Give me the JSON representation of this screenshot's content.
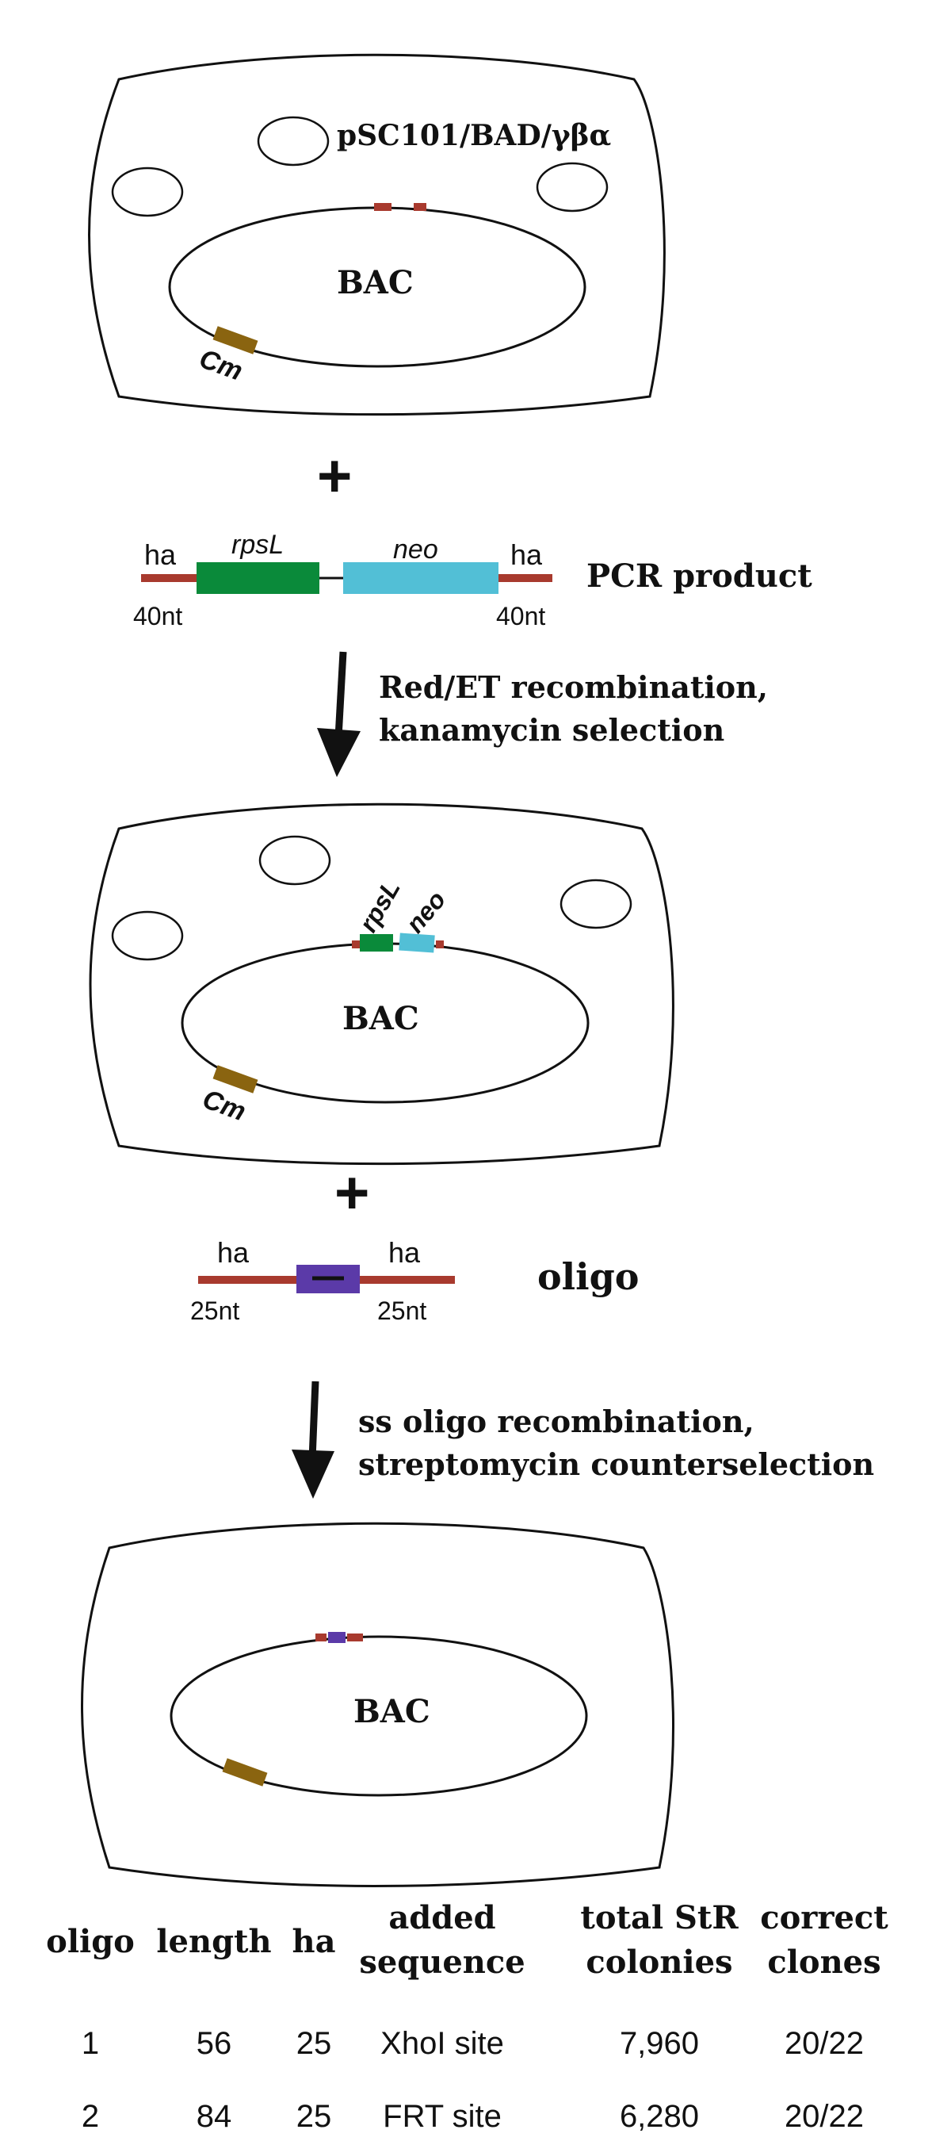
{
  "colors": {
    "homology_arm": "#a83a2e",
    "rpsL": "#0a8a3a",
    "neo": "#52bfd6",
    "cm": "#8a6410",
    "oligo_insert": "#5b3aa8",
    "line": "#111111"
  },
  "panel1": {
    "plasmid_label": "pSC101/BAD/γβα",
    "bac_label": "BAC",
    "cm_label": "Cm"
  },
  "plus_sign": "+",
  "pcr": {
    "ha_left": "ha",
    "ha_right": "ha",
    "len_left": "40nt",
    "len_right": "40nt",
    "rpsl_label": "rpsL",
    "neo_label": "neo",
    "product_label": "PCR product"
  },
  "step1": {
    "line1": "Red/ET recombination,",
    "line2": "kanamycin selection"
  },
  "panel2": {
    "bac_label": "BAC",
    "cm_label": "Cm",
    "rpsl_label": "rpsL",
    "neo_label": "neo"
  },
  "oligo": {
    "ha_left": "ha",
    "ha_right": "ha",
    "len_left": "25nt",
    "len_right": "25nt",
    "label": "oligo"
  },
  "step2": {
    "line1": "ss oligo recombination,",
    "line2": "streptomycin counterselection"
  },
  "panel3": {
    "bac_label": "BAC"
  },
  "table": {
    "headers": [
      [
        "oligo"
      ],
      [
        "length"
      ],
      [
        "ha"
      ],
      [
        "added",
        "sequence"
      ],
      [
        "total StR",
        "colonies"
      ],
      [
        "correct",
        "clones"
      ]
    ],
    "rows": [
      [
        "1",
        "56",
        "25",
        "XhoI site",
        "7,960",
        "20/22"
      ],
      [
        "2",
        "84",
        "25",
        "FRT site",
        "6,280",
        "20/22"
      ]
    ]
  }
}
